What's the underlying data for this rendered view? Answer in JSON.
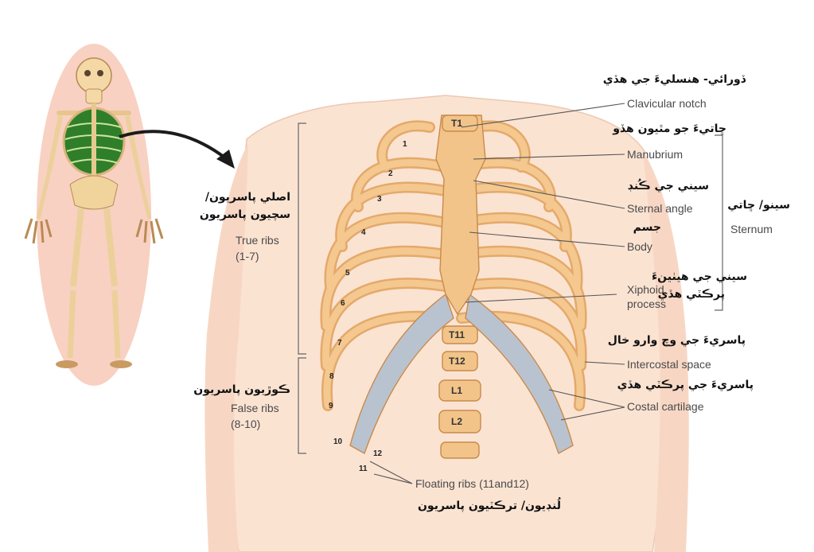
{
  "labels": {
    "clavicular_notch": {
      "en": "Clavicular notch",
      "sd": "ڏورائي- هنسليءَ جي هڏي"
    },
    "manubrium": {
      "en": "Manubrium",
      "sd": "ڇاتيءَ جو مٿيون هڏو"
    },
    "sternal_angle": {
      "en": "Sternal angle",
      "sd": "سيني جي ڪُنڊ"
    },
    "body": {
      "en": "Body",
      "sd": "جسم"
    },
    "xiphoid_process": {
      "en_line1": "Xiphoid",
      "en_line2": "process",
      "sd_line1": "سيني جي هيٺينءَ",
      "sd_line2": "پرڪٽي هڏي"
    },
    "sternum": {
      "en": "Sternum",
      "sd": "سينو/ ڇاتي"
    },
    "intercostal_space": {
      "en": "Intercostal space",
      "sd": "پاسريءَ جي وچ وارو خال"
    },
    "costal_cartilage": {
      "en": "Costal cartilage",
      "sd": "پاسريءَ جي پرڪٽي هڏي"
    },
    "true_ribs": {
      "en_line1": "True ribs",
      "en_line2": "(1-7)",
      "sd_line1": "اصلي پاسريون/",
      "sd_line2": "سچيون پاسريون"
    },
    "false_ribs": {
      "en_line1": "False ribs",
      "en_line2": "(8-10)",
      "sd": "ڪوڙيون پاسريون"
    },
    "floating_ribs": {
      "en": "Floating ribs (11and12)",
      "sd": "لُنڊيون/ ترڪٽيون پاسريون"
    }
  },
  "rib_numbers": [
    "1",
    "2",
    "3",
    "4",
    "5",
    "6",
    "7",
    "8",
    "9",
    "10",
    "11",
    "12"
  ],
  "vertebrae": [
    "T1",
    "T11",
    "T12",
    "L1",
    "L2"
  ],
  "icons": [
    "human-skeleton-figure",
    "pointer-arrow",
    "rib-cage-illustration"
  ],
  "colors": {
    "bone": "#f2c48a",
    "bone_edge": "#c98a4b",
    "cartilage": "#b9c3cf",
    "skin": "#fbe3d2",
    "skeleton_aura": "#f6b9a5",
    "lung_green": "#2f7f2a",
    "leader_line": "#555555"
  }
}
